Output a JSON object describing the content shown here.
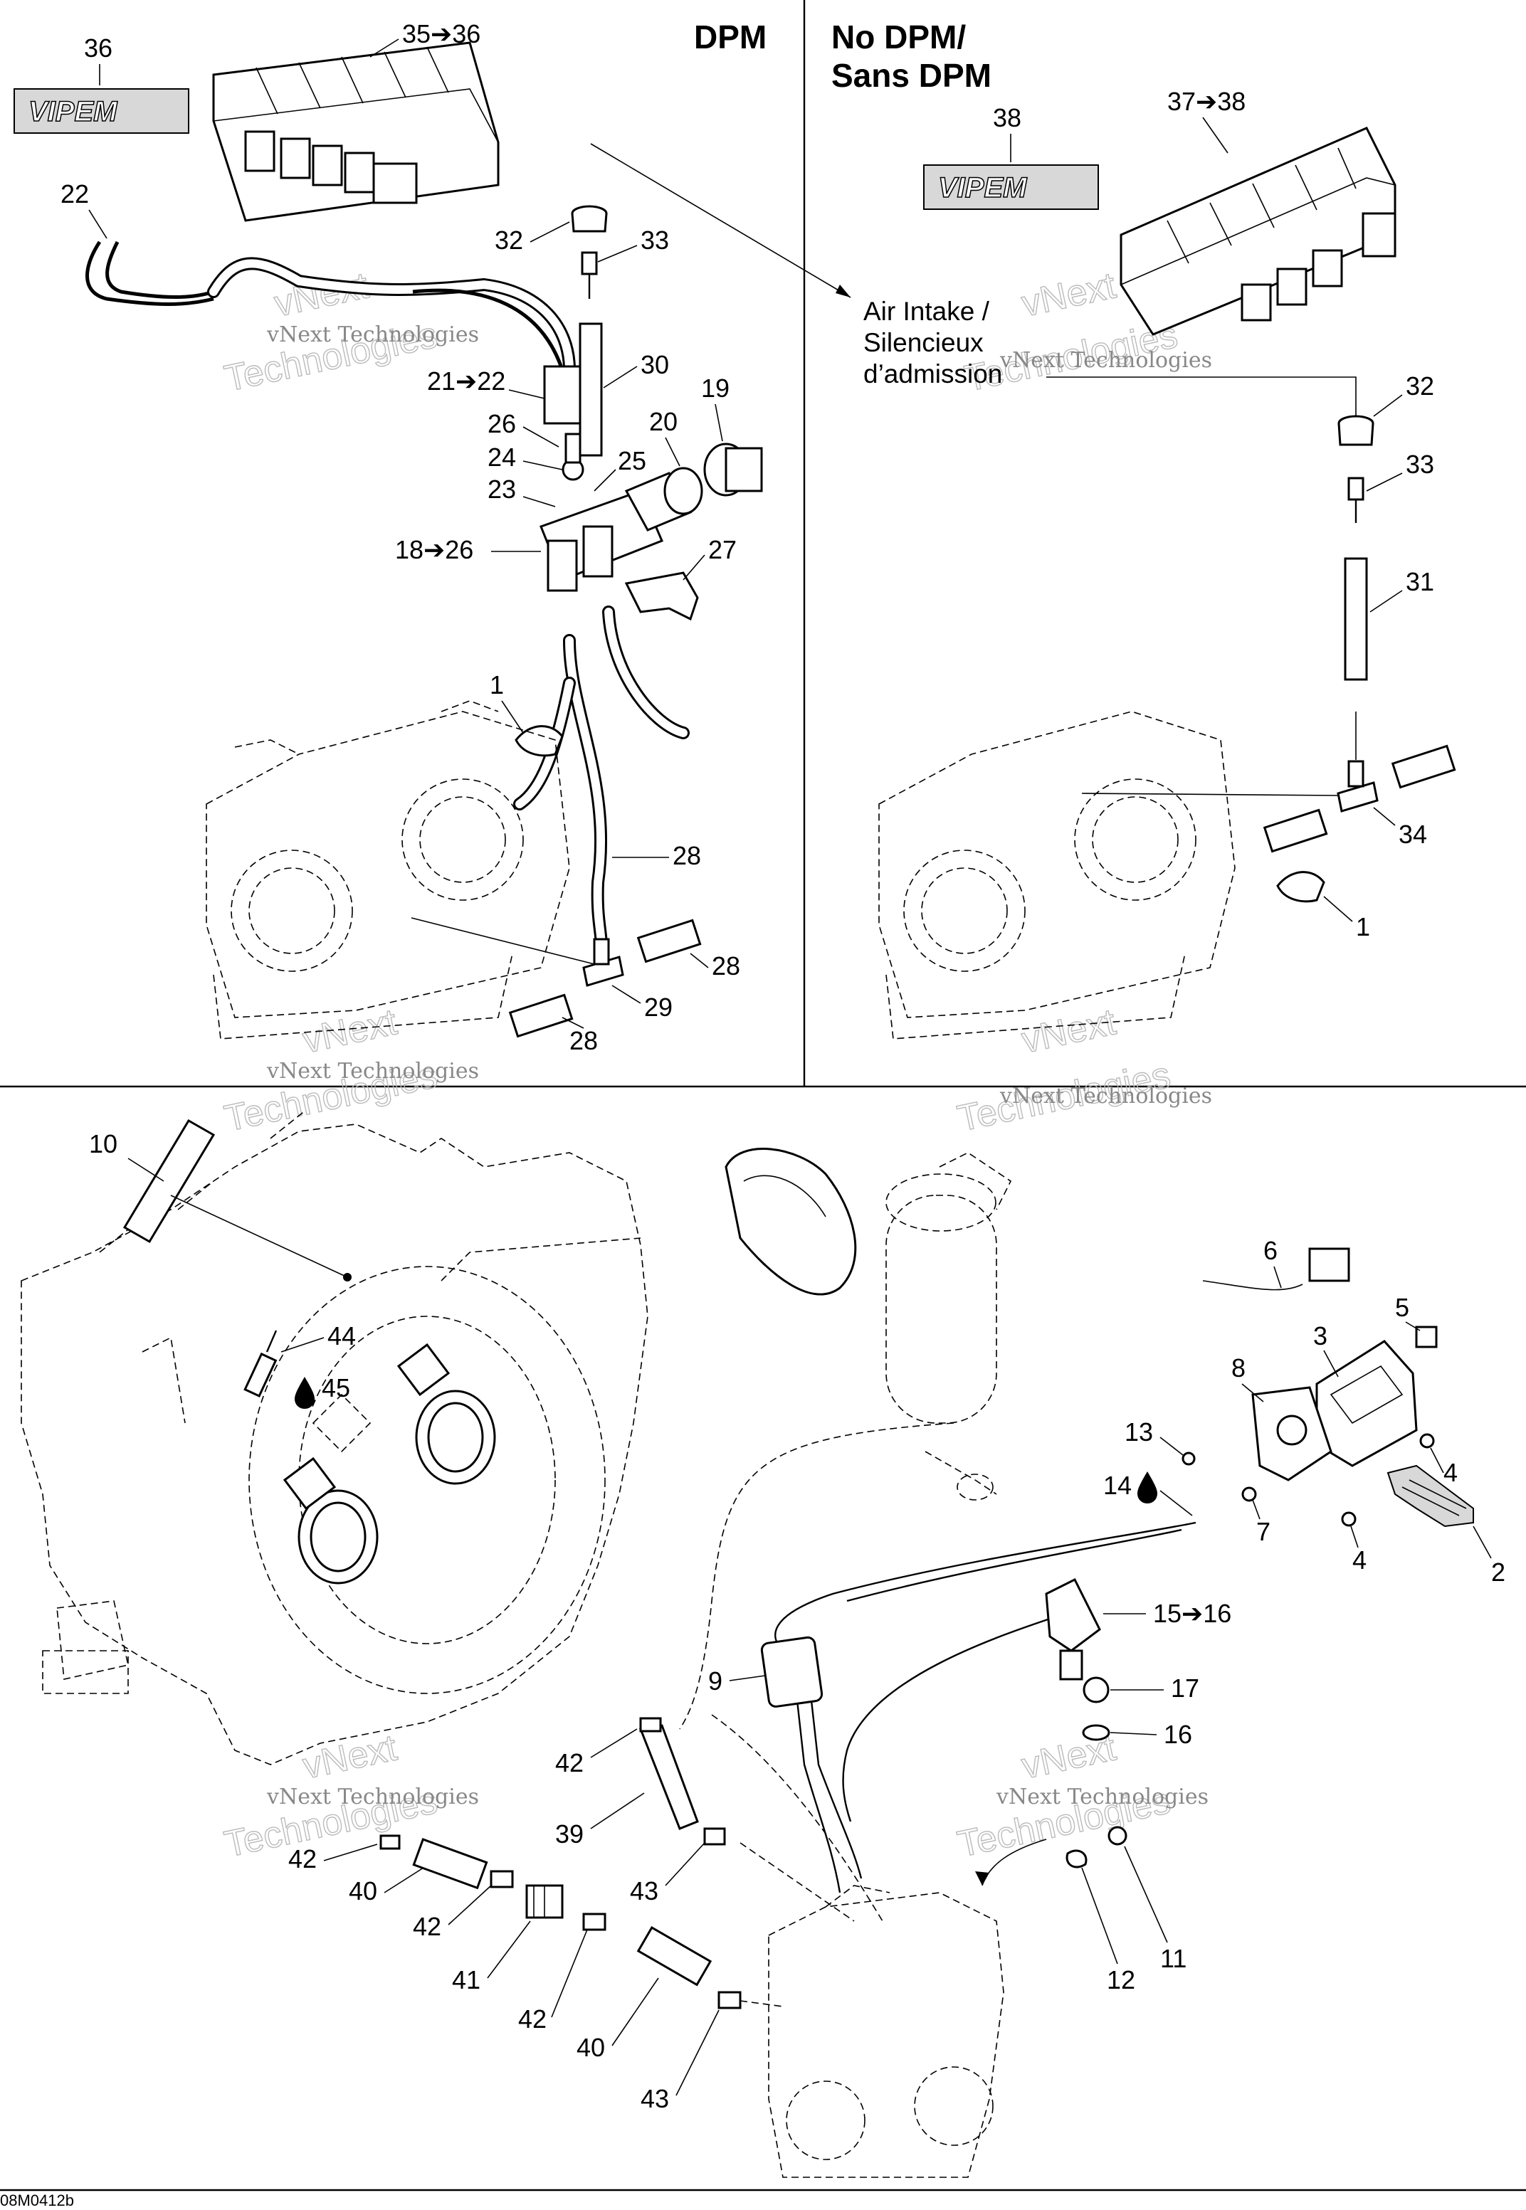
{
  "sections": {
    "dpm": "DPM",
    "no_dpm_line1": "No DPM/",
    "no_dpm_line2": "Sans DPM"
  },
  "logo_text": "VIPEM",
  "air_intake": {
    "line1": "Air Intake /",
    "line2": "Silencieux",
    "line3": "d’admission"
  },
  "watermark": {
    "line1": "vNext Technologies",
    "line2": "vNext",
    "line3": "Technologies"
  },
  "callouts": {
    "c36": "36",
    "c35_36": "35➔36",
    "c22": "22",
    "c32a": "32",
    "c33a": "33",
    "c30": "30",
    "c21_22": "21➔22",
    "c19": "19",
    "c20": "20",
    "c26": "26",
    "c24": "24",
    "c25": "25",
    "c23": "23",
    "c18_26": "18➔26",
    "c27": "27",
    "c1a": "1",
    "c28a": "28",
    "c28b": "28",
    "c29": "29",
    "c28c": "28",
    "c38": "38",
    "c37_38": "37➔38",
    "c32b": "32",
    "c33b": "33",
    "c31": "31",
    "c34": "34",
    "c1b": "1",
    "c10": "10",
    "c44": "44",
    "c45": "45",
    "c6": "6",
    "c5": "5",
    "c3": "3",
    "c8": "8",
    "c13": "13",
    "c14": "14",
    "c4a": "4",
    "c7": "7",
    "c4b": "4",
    "c2": "2",
    "c15_16": "15➔16",
    "c17": "17",
    "c9": "9",
    "c16": "16",
    "c42a": "42",
    "c39": "39",
    "c43a": "43",
    "c42b": "42",
    "c40a": "40",
    "c42c": "42",
    "c41": "41",
    "c42d": "42",
    "c40b": "40",
    "c43b": "43",
    "c12": "12",
    "c11": "11"
  },
  "file_id": "08M0412b"
}
